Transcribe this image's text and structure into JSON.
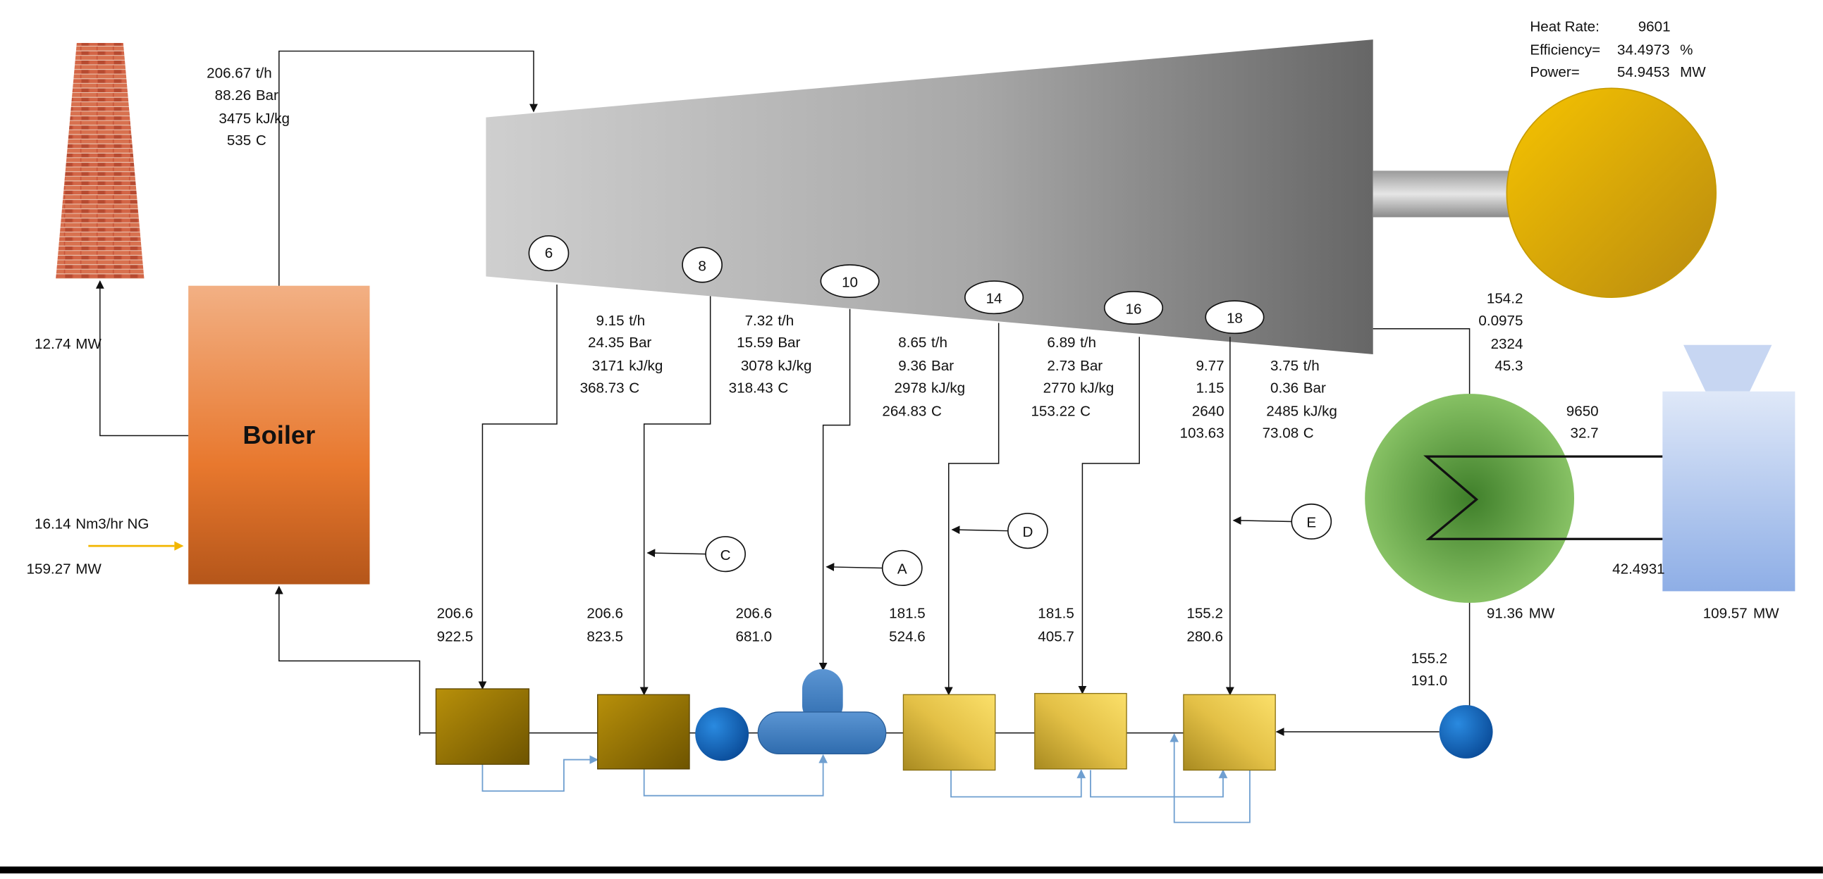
{
  "plant": {
    "heat_rate_label": "Heat Rate:",
    "heat_rate_value": "9601",
    "efficiency_label": "Efficiency=",
    "efficiency_value": "34.4973",
    "efficiency_unit": "%",
    "power_label": "Power=",
    "power_value": "54.9453",
    "power_unit": "MW"
  },
  "boiler": {
    "label": "Boiler",
    "stack_loss": {
      "value": "12.74",
      "unit": "MW"
    },
    "fuel_flow": {
      "value": "16.14",
      "unit": "Nm3/hr NG"
    },
    "fuel_energy": {
      "value": "159.27",
      "unit": "MW"
    }
  },
  "main_steam": {
    "flow": "206.67",
    "flow_unit": "t/h",
    "pressure": "88.26",
    "pressure_unit": "Bar",
    "enthalpy": "3475",
    "enthalpy_unit": "kJ/kg",
    "temperature": "535",
    "temperature_unit": "C"
  },
  "extractions": [
    {
      "id": "6",
      "flow": "9.15",
      "pressure": "24.35",
      "enthalpy": "3171",
      "temp": "368.73"
    },
    {
      "id": "8",
      "flow": "7.32",
      "pressure": "15.59",
      "enthalpy": "3078",
      "temp": "318.43"
    },
    {
      "id": "10",
      "flow": "8.65",
      "pressure": "9.36",
      "enthalpy": "2978",
      "temp": "264.83"
    },
    {
      "id": "14",
      "flow": "6.89",
      "pressure": "2.73",
      "enthalpy": "2770",
      "temp": "153.22"
    },
    {
      "id": "16",
      "flow": "9.77",
      "pressure": "1.15",
      "enthalpy": "2640",
      "temp": "103.63"
    },
    {
      "id": "18",
      "flow": "3.75",
      "pressure": "0.36",
      "enthalpy": "2485",
      "temp": "73.08"
    }
  ],
  "units": {
    "flow": "t/h",
    "pressure": "Bar",
    "enthalpy": "kJ/kg",
    "temp": "C"
  },
  "exhaust": {
    "v1": "154.2",
    "v2": "0.0975",
    "v3": "2324",
    "v4": "45.3"
  },
  "condenser": {
    "v1": "9650",
    "v2": "32.7",
    "v3": "42.4931",
    "duty": "91.36",
    "duty_unit": "MW"
  },
  "cooling_tower": {
    "duty": "109.57",
    "duty_unit": "MW"
  },
  "feedwater": [
    {
      "flow": "206.6",
      "energy": "922.5"
    },
    {
      "flow": "206.6",
      "energy": "823.5"
    },
    {
      "flow": "206.6",
      "energy": "681.0"
    },
    {
      "flow": "181.5",
      "energy": "524.6"
    },
    {
      "flow": "181.5",
      "energy": "405.7"
    },
    {
      "flow": "155.2",
      "energy": "280.6"
    },
    {
      "flow": "155.2",
      "energy": "191.0"
    }
  ],
  "valve_tags": [
    "C",
    "A",
    "D",
    "E"
  ],
  "colors": {
    "boiler_top": "#f2b084",
    "boiler_bottom": "#b85a1c",
    "turbine_light": "#d0d0d0",
    "turbine_dark": "#6a6a6a",
    "generator": "#f2b600",
    "condenser": "#5a9a3c",
    "cooling_tower": "#8eaee6",
    "hp_heater": "#a07800",
    "lp_heater": "#f7d84d",
    "pump": "#1a6fbf",
    "deaerator": "#4a86c8",
    "drain_line": "#6f9fd0",
    "fuel_line": "#f2b600"
  }
}
